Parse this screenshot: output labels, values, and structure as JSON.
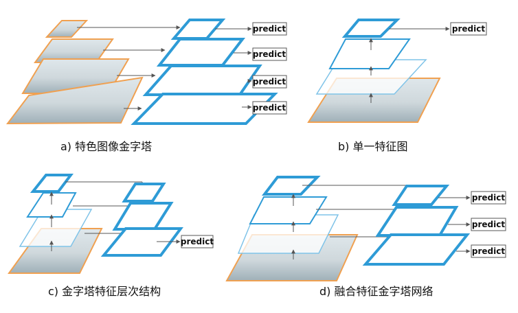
{
  "predict_label": "predict",
  "captions": {
    "a": "a) 特色图像金字塔",
    "b": "b) 单一特征图",
    "c": "c) 金字塔特征层次结构",
    "d": "d) 融合特征金字塔网络"
  },
  "colors": {
    "feature_blue": "#2e9bd6",
    "image_orange": "#f0a050",
    "arrow_gray": "#555555",
    "photo_fill": "#c9d3d8"
  }
}
